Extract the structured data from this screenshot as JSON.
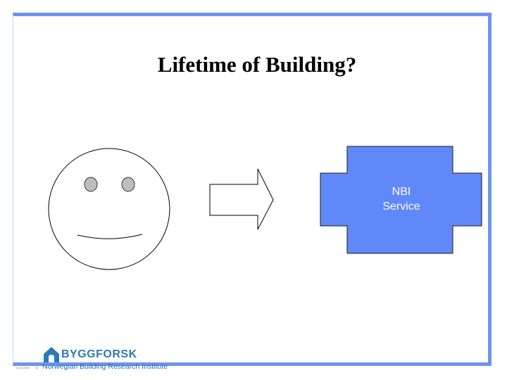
{
  "slide": {
    "title": "Lifetime of Building?"
  },
  "diagram": {
    "service_box": {
      "label_line1": "NBI",
      "label_line2": "Service",
      "fill_color": "#6088f8"
    },
    "face": {
      "eye_color": "#bdbdbd"
    },
    "arrow": {
      "direction": "right"
    }
  },
  "footer": {
    "date": "15.03.2004",
    "page": "33",
    "logo_name": "BYGGFORSK",
    "logo_subtitle": "Norwegian Building Research Institute"
  },
  "colors": {
    "frame": "#6f93ee",
    "logo_blue": "#2a79b8"
  }
}
